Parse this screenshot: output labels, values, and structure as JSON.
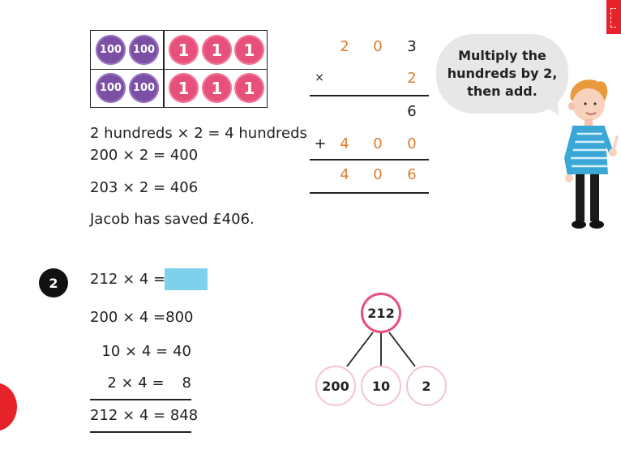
{
  "place_value_grid": {
    "rows": [
      {
        "hundreds": [
          "100",
          "100"
        ],
        "ones": [
          "1",
          "1",
          "1"
        ]
      },
      {
        "hundreds": [
          "100",
          "100"
        ],
        "ones": [
          "1",
          "1",
          "1"
        ]
      }
    ]
  },
  "working": {
    "line1": "2 hundreds × 2 = 4 hundreds",
    "line2": "200 × 2 = 400",
    "line3": "203 × 2 = 406",
    "conclusion": "Jacob has saved £406."
  },
  "column_method": {
    "row1": [
      "2",
      "0",
      "3"
    ],
    "multiply_sign": "×",
    "multiplier": "2",
    "partial1": "6",
    "plus_sign": "+",
    "partial2": [
      "4",
      "0",
      "0"
    ],
    "result": [
      "4",
      "0",
      "6"
    ]
  },
  "speech_bubble": {
    "line1": "Multiply the",
    "line2": "hundreds by 2,",
    "line3": "then add."
  },
  "question": {
    "number": "2",
    "prompt": "212  × 4 =",
    "steps": [
      {
        "left": "200 × 4 =",
        "right": "800"
      },
      {
        "left": "10 × 4 =",
        "right": "40"
      },
      {
        "left": "2 × 4 =",
        "right": "8"
      }
    ],
    "total": "212 × 4 = 848"
  },
  "part_whole": {
    "whole": "212",
    "parts": [
      "200",
      "10",
      "2"
    ]
  },
  "colors": {
    "hundreds_counter": "#7b4fa3",
    "ones_counter": "#e7507a",
    "column_orange": "#e07b2c",
    "answer_box": "#7fd1eb",
    "accent_red": "#e6232b"
  }
}
